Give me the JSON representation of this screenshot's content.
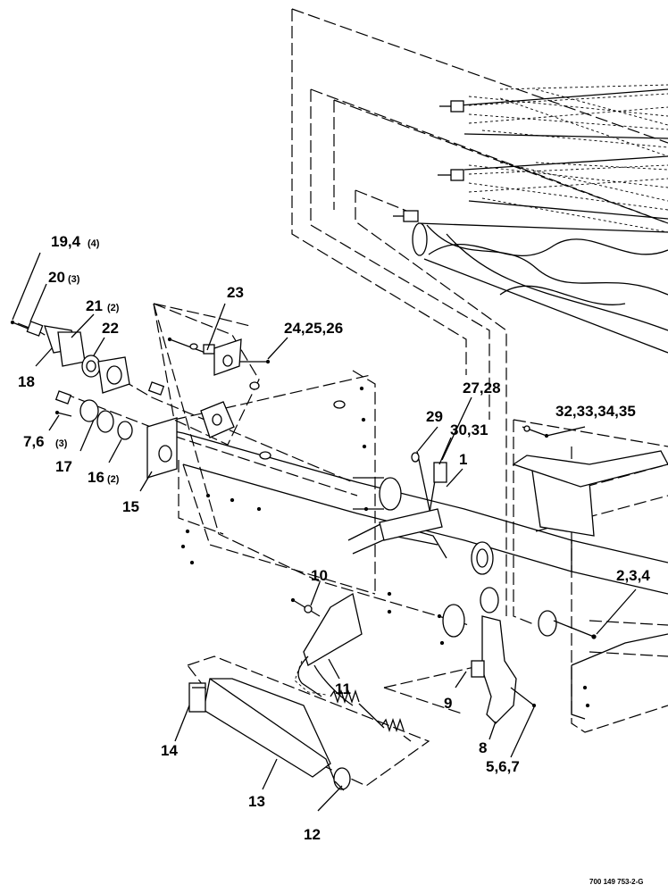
{
  "drawing_code": "700 149 753-2-G",
  "callouts": [
    {
      "id": "c-19-4",
      "text": "19,4",
      "qty": "(4)"
    },
    {
      "id": "c-20",
      "text": "20",
      "qty": "(3)"
    },
    {
      "id": "c-21",
      "text": "21",
      "qty": "(2)"
    },
    {
      "id": "c-22",
      "text": "22",
      "qty": ""
    },
    {
      "id": "c-18",
      "text": "18",
      "qty": ""
    },
    {
      "id": "c-23",
      "text": "23",
      "qty": ""
    },
    {
      "id": "c-24-25-26",
      "text": "24,25,26",
      "qty": ""
    },
    {
      "id": "c-7-6",
      "text": "7,6",
      "qty": "(3)"
    },
    {
      "id": "c-17",
      "text": "17",
      "qty": ""
    },
    {
      "id": "c-16",
      "text": "16",
      "qty": "(2)"
    },
    {
      "id": "c-15",
      "text": "15",
      "qty": ""
    },
    {
      "id": "c-27-28",
      "text": "27,28",
      "qty": ""
    },
    {
      "id": "c-29",
      "text": "29",
      "qty": ""
    },
    {
      "id": "c-30-31",
      "text": "30,31",
      "qty": ""
    },
    {
      "id": "c-1",
      "text": "1",
      "qty": ""
    },
    {
      "id": "c-32-35",
      "text": "32,33,34,35",
      "qty": ""
    },
    {
      "id": "c-2-3-4",
      "text": "2,3,4",
      "qty": ""
    },
    {
      "id": "c-10",
      "text": "10",
      "qty": ""
    },
    {
      "id": "c-11",
      "text": "11",
      "qty": ""
    },
    {
      "id": "c-9",
      "text": "9",
      "qty": ""
    },
    {
      "id": "c-8",
      "text": "8",
      "qty": ""
    },
    {
      "id": "c-5-6-7",
      "text": "5,6,7",
      "qty": ""
    },
    {
      "id": "c-14",
      "text": "14",
      "qty": ""
    },
    {
      "id": "c-13",
      "text": "13",
      "qty": ""
    },
    {
      "id": "c-12",
      "text": "12",
      "qty": ""
    }
  ]
}
